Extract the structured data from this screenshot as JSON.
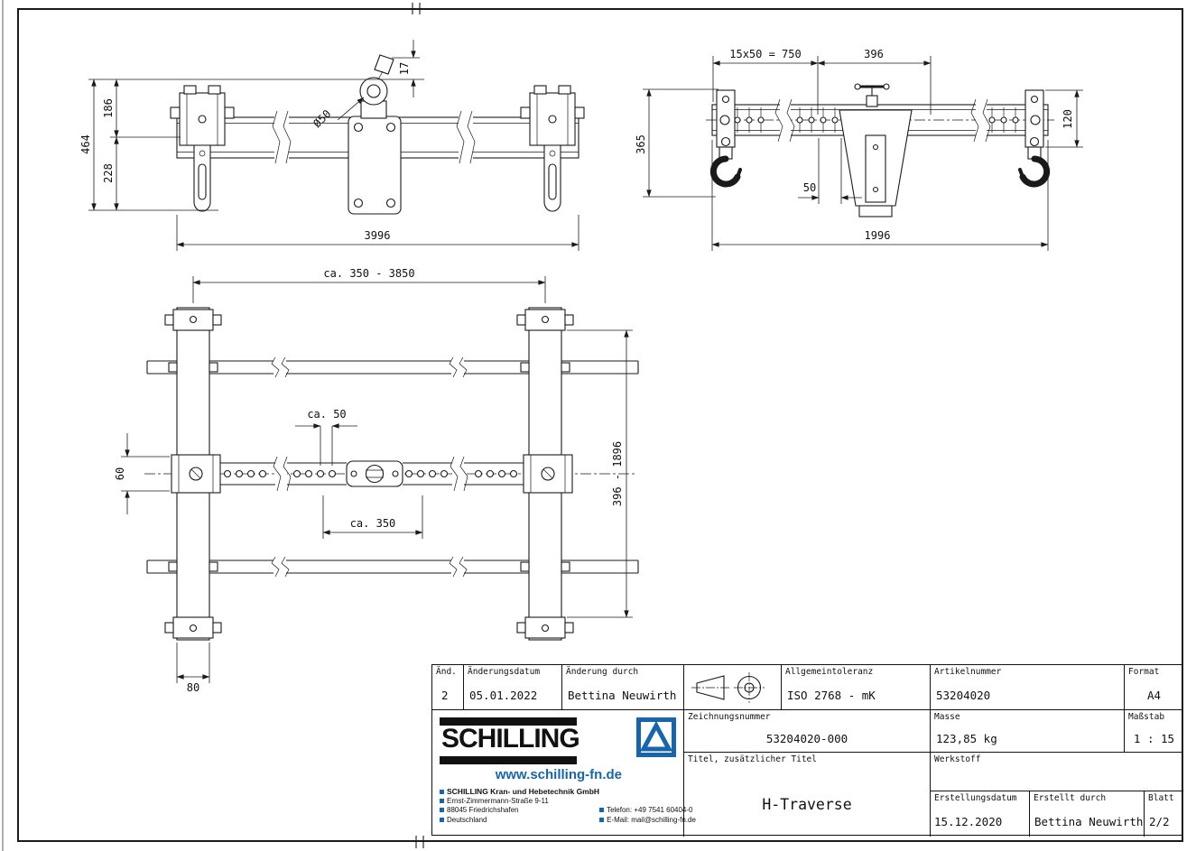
{
  "views": {
    "front": {
      "dim_overall_width": "3996",
      "dim_total_height": "464",
      "dim_upper_height": "186",
      "dim_lower_height": "228",
      "dim_eye_offset": "17",
      "dim_eye_diameter": "Ø50"
    },
    "side": {
      "dim_hole_pattern": "15x50 = 750",
      "dim_eye_to_end": "396",
      "dim_height": "365",
      "dim_end_height": "120",
      "dim_center_gap": "50",
      "dim_overall_width": "1996"
    },
    "top": {
      "dim_trolley_range": "ca. 350 - 3850",
      "dim_hole_pitch": "ca. 50",
      "dim_center_range": "ca. 350",
      "dim_crossbar_width": "60",
      "dim_beam_spacing_range": "396 - 1896",
      "dim_beam_width": "80"
    }
  },
  "title_block": {
    "revision": {
      "label": "Änd.",
      "value": "2"
    },
    "revision_date": {
      "label": "Änderungsdatum",
      "value": "05.01.2022"
    },
    "revision_by": {
      "label": "Änderung durch",
      "value": "Bettina Neuwirth"
    },
    "general_tolerance": {
      "label": "Allgemeintoleranz",
      "value": "ISO 2768 - mK"
    },
    "article_number": {
      "label": "Artikelnummer",
      "value": "53204020"
    },
    "format": {
      "label": "Format",
      "value": "A4"
    },
    "drawing_number": {
      "label": "Zeichnungsnummer",
      "value": "53204020-000"
    },
    "mass": {
      "label": "Masse",
      "value": "123,85 kg"
    },
    "scale": {
      "label": "Maßstab",
      "value": "1 : 15"
    },
    "title": {
      "label": "Titel, zusätzlicher Titel",
      "value": "H-Traverse"
    },
    "material": {
      "label": "Werkstoff",
      "value": ""
    },
    "creation_date": {
      "label": "Erstellungsdatum",
      "value": "15.12.2020"
    },
    "created_by": {
      "label": "Erstellt durch",
      "value": "Bettina Neuwirth"
    },
    "sheet": {
      "label": "Blatt",
      "value": "2/2"
    }
  },
  "logo": {
    "wordmark": "SCHILLING",
    "website": "www.schilling-fn.de",
    "company": "SCHILLING Kran- und Hebetechnik GmbH",
    "address_line1": "Ernst-Zimmermann-Straße 9-11",
    "address_line2": "88045 Friedrichshafen",
    "address_line3": "Deutschland",
    "phone": "Telefon: +49 7541 60404-0",
    "email": "E-Mail: mail@schilling-fn.de",
    "brand_blue": "#1766ad"
  }
}
